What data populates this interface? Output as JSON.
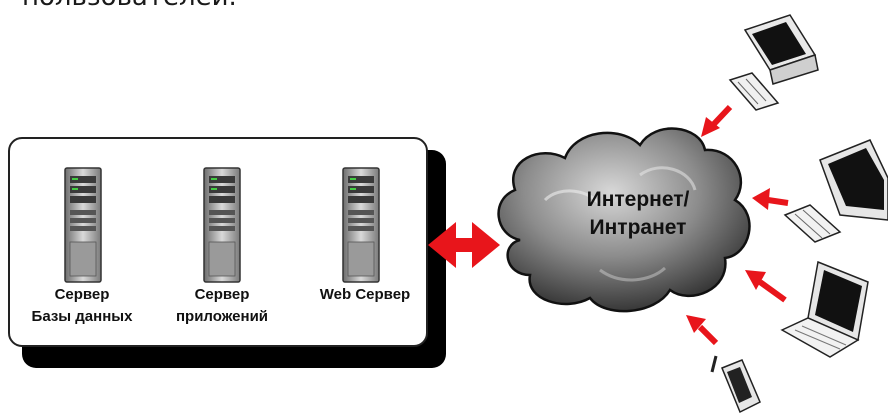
{
  "top_text": "пользователей.",
  "servers": [
    {
      "line1": "Сервер",
      "line2": "Базы данных"
    },
    {
      "line1": "Сервер",
      "line2": "приложений"
    },
    {
      "line1": "Web Сервер",
      "line2": ""
    }
  ],
  "cloud": {
    "line1": "Интернет/",
    "line2": "Интранет"
  },
  "colors": {
    "arrow": "#e8151b",
    "shadow": "#000000",
    "cloud_dark": "#2a2a2a",
    "cloud_light": "#d8d8d8"
  }
}
